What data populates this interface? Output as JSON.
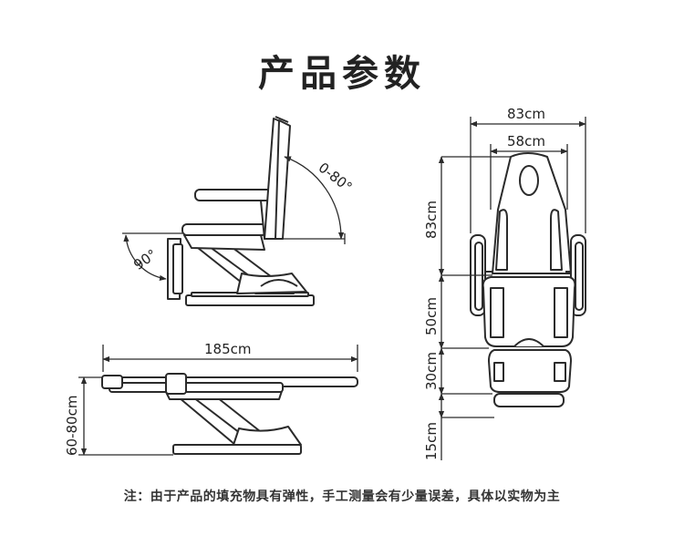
{
  "title": "产品参数",
  "labels": {
    "back_angle": "0-80°",
    "leg_angle": "90°",
    "length": "185cm",
    "height": "60-80cm",
    "total_width": "83cm",
    "inner_width": "58cm",
    "back_length": "83cm",
    "seat_length": "50cm",
    "leg_length": "30cm",
    "foot_length": "15cm"
  },
  "note": "注：由于产品的填充物具有弹性，手工测量会有少量误差，具体以实物为主",
  "colors": {
    "stroke": "#2b2b2b",
    "fill": "#ffffff",
    "text": "#222222"
  }
}
